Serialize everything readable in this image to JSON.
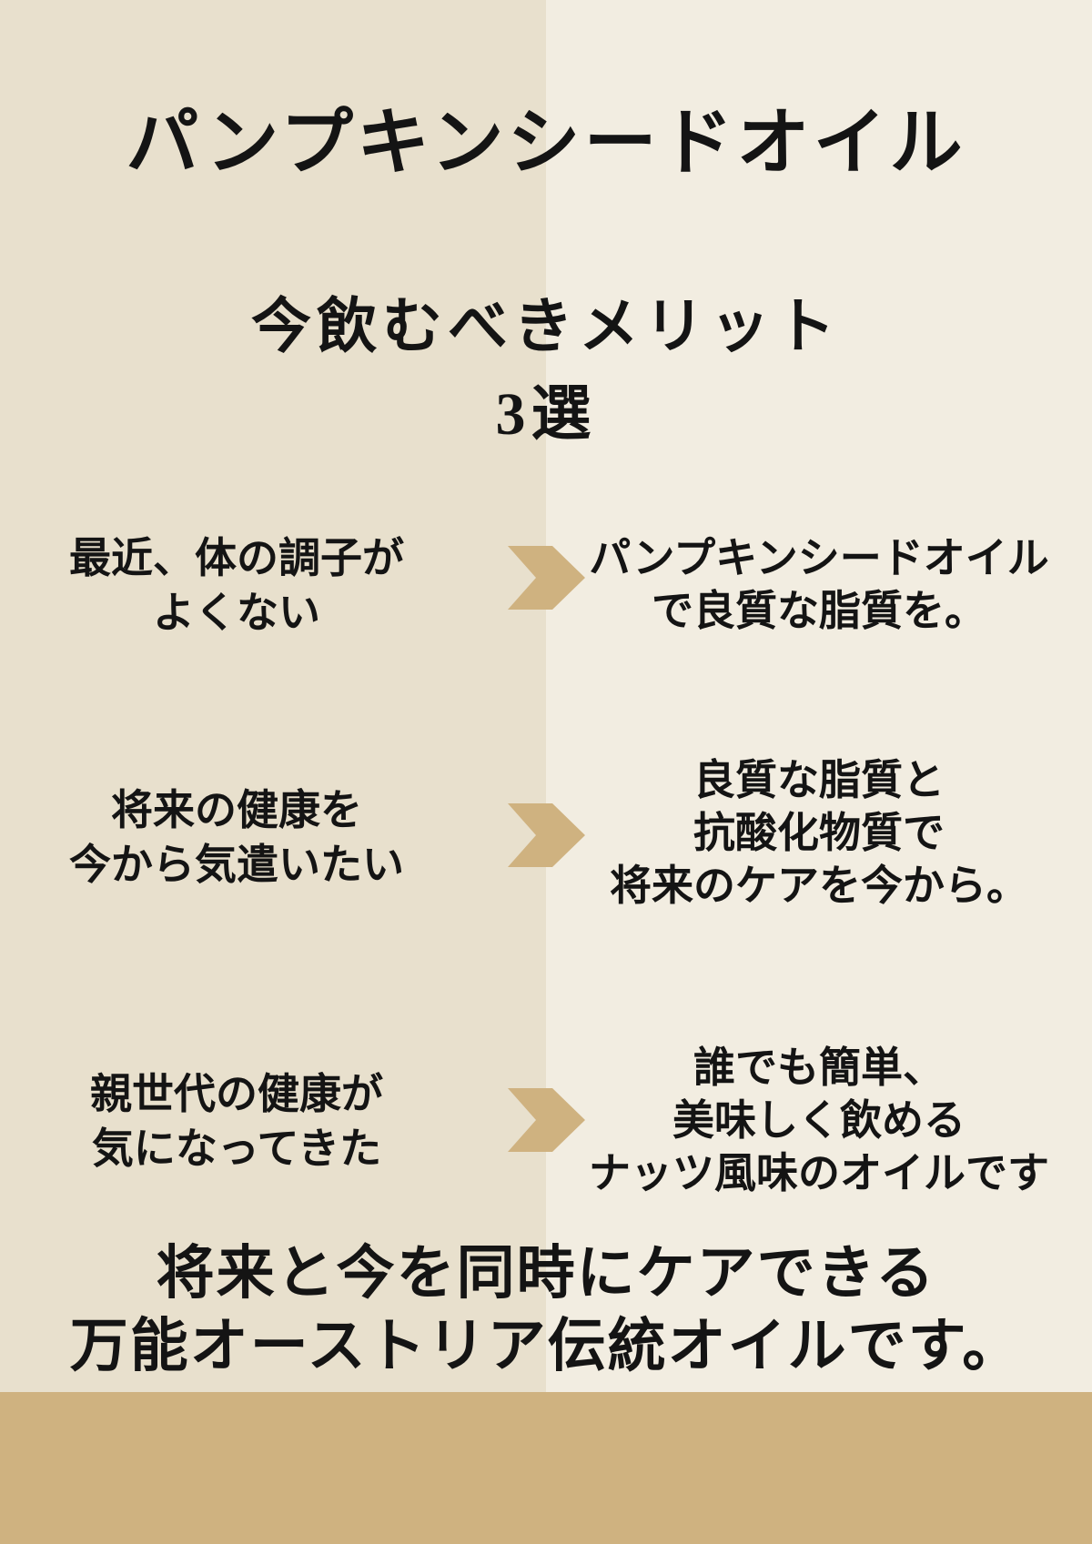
{
  "poster": {
    "title": "パンプキンシードオイル",
    "subtitle": {
      "line1": "今飲むべきメリット",
      "line2": "3選"
    },
    "rows": [
      {
        "problem": {
          "line1": "最近、体の調子が",
          "line2": "よくない"
        },
        "benefit": {
          "line1": "パンプキンシードオイル",
          "line2": "で良質な脂質を。"
        }
      },
      {
        "problem": {
          "line1": "将来の健康を",
          "line2": "今から気遣いたい"
        },
        "benefit": {
          "line1": "良質な脂質と",
          "line2": "抗酸化物質で",
          "line3": "将来のケアを今から。"
        }
      },
      {
        "problem": {
          "line1": "親世代の健康が",
          "line2": "気になってきた"
        },
        "benefit": {
          "line1": "誰でも簡単、",
          "line2": "美味しく飲める",
          "line3": "ナッツ風味のオイルです"
        }
      }
    ],
    "footer": {
      "line1": "将来と今を同時にケアできる",
      "line2": "万能オーストリア伝統オイルです。"
    },
    "icons": {
      "arrow": "chevron-right-icon"
    },
    "colors": {
      "left_background": "#e8e0cd",
      "right_background": "#f2ede1",
      "accent": "#cfb280",
      "text": "#141414"
    }
  }
}
